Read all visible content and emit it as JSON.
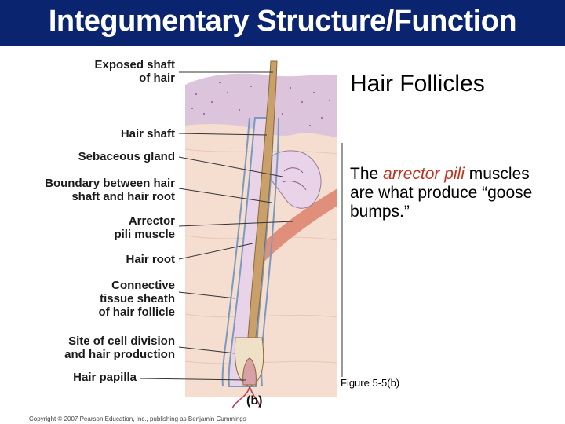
{
  "slide": {
    "title": "Integumentary Structure/Function",
    "heading": "Hair Follicles",
    "body_prefix": "The ",
    "body_emphasis": "arrector pili",
    "body_suffix": " muscles are what produce “goose bumps.”",
    "figure_caption": "Figure 5-5(b)",
    "panel_label": "(b)",
    "copyright": "Copyright © 2007 Pearson Education, Inc., publishing as Benjamin Cummings"
  },
  "labels": {
    "exposed_1": "Exposed shaft",
    "exposed_2": "of hair",
    "hair_shaft": "Hair shaft",
    "sebaceous": "Sebaceous gland",
    "boundary_1": "Boundary between hair",
    "boundary_2": "shaft and hair root",
    "arrector_1": "Arrector",
    "arrector_2": "pili muscle",
    "hair_root": "Hair root",
    "ct_1": "Connective",
    "ct_2": "tissue sheath",
    "ct_3": "of hair follicle",
    "site_1": "Site of cell division",
    "site_2": "and hair production",
    "papilla": "Hair papilla"
  },
  "colors": {
    "title_bar": "#0a2470",
    "accent_text": "#c0321e",
    "epidermis": "#dcc4dc",
    "dermis": "#f5ddd0",
    "muscle": "#e0907a",
    "hair": "#caa06a"
  }
}
